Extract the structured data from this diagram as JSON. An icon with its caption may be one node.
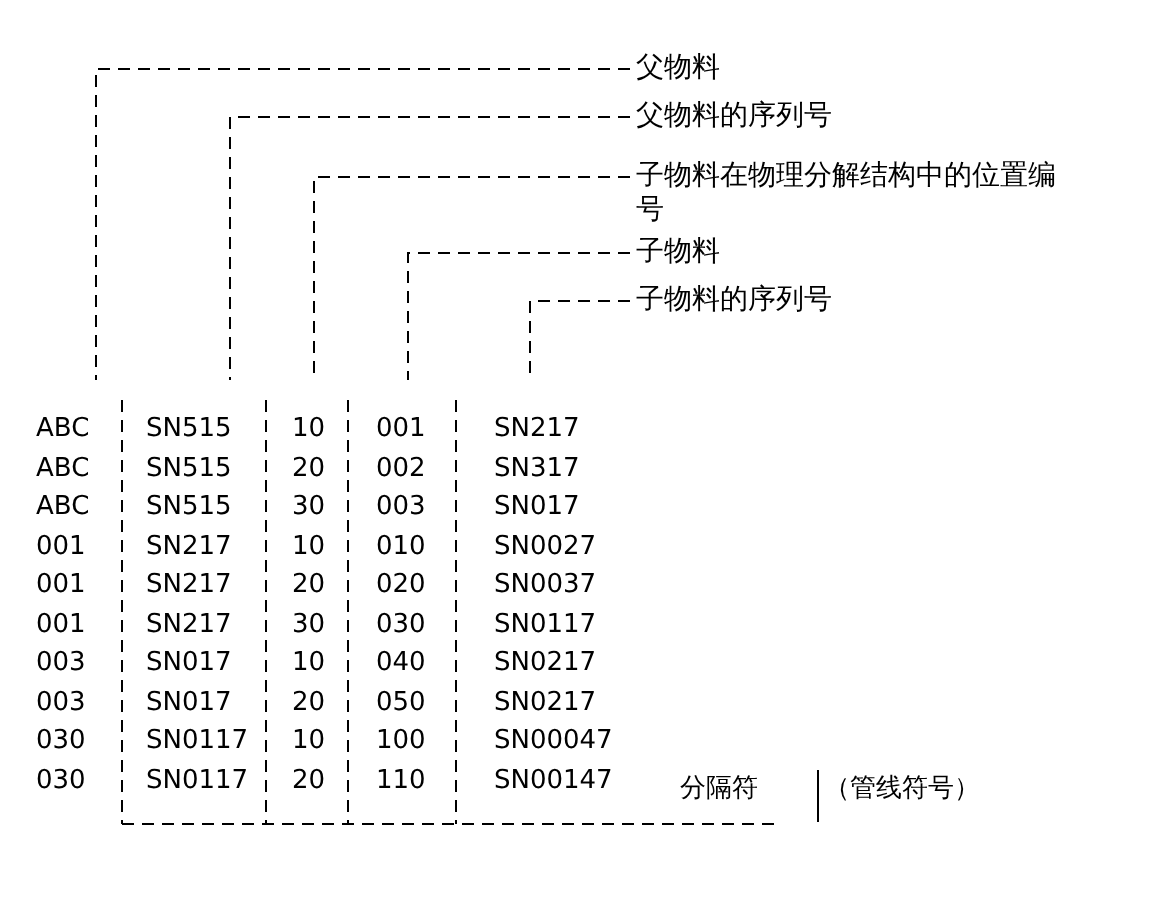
{
  "diagram": {
    "nodes": [
      {
        "text": [
          "父物料"
        ]
      },
      {
        "text": [
          "父物料的序列号"
        ]
      },
      {
        "text": [
          "子物料在物理分解结构中的位置编号"
        ]
      },
      {
        "text": [
          "子物料"
        ]
      },
      {
        "text": [
          "子物料的序列号"
        ]
      }
    ],
    "edges": [
      {
        "from": 0,
        "to": null,
        "arrow": "none",
        "style": "dashed"
      },
      {
        "from": 1,
        "to": null,
        "arrow": "none",
        "style": "dashed"
      },
      {
        "from": 2,
        "to": null,
        "arrow": "none",
        "style": "dashed"
      },
      {
        "from": 3,
        "to": null,
        "arrow": "none",
        "style": "dashed"
      },
      {
        "from": 4,
        "to": null,
        "arrow": "none",
        "style": "dashed"
      }
    ],
    "labels": [
      "ABC",
      "SN515",
      "10",
      "001",
      "SN217",
      "ABC",
      "SN515",
      "20",
      "002",
      "SN317",
      "ABC",
      "SN515",
      "30",
      "003",
      "SN017",
      "001",
      "SN217",
      "10",
      "010",
      "SN0027",
      "001",
      "SN217",
      "20",
      "020",
      "SN0037",
      "001",
      "SN217",
      "30",
      "030",
      "SN0117",
      "003",
      "SN017",
      "10",
      "040",
      "SN0217",
      "003",
      "SN017",
      "20",
      "050",
      "SN0217",
      "030",
      "SN0117",
      "10",
      "100",
      "SN00047",
      "030",
      "SN0117",
      "20",
      "110",
      "SN00147",
      "分隔符",
      "（管线符号）"
    ]
  }
}
